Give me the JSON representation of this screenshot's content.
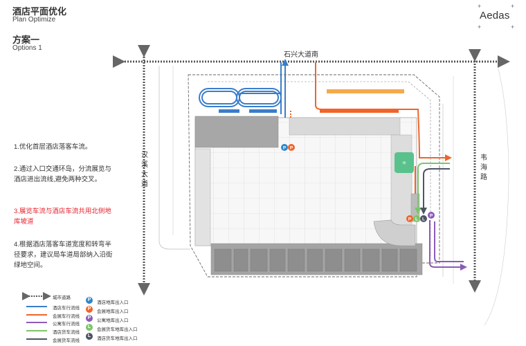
{
  "header": {
    "title_cn": "酒店平面优化",
    "title_en": "Plan Optimize",
    "option_cn": "方案一",
    "option_en": "Options 1",
    "logo": "Aedas"
  },
  "notes": [
    "1.优化首层酒店落客车流。",
    "2.通过入口交通环岛，分流展览与酒店进出流线,避免两种交叉。",
    "3.展览车流与酒店车流共用北侧地库坡道",
    "4.根据酒店落客车道宽度和转弯半径要求，建议局车道局部纳入沿街绿地空间。"
  ],
  "roads": {
    "north": "石兴大道南",
    "west": "汉溪大道",
    "east": "韦海路"
  },
  "legend": {
    "lines": [
      {
        "label": "城市道路",
        "color": "#555555"
      },
      {
        "label": "酒店车行流线",
        "color": "#3a7dc9"
      },
      {
        "label": "会展车行流线",
        "color": "#f0642a"
      },
      {
        "label": "公寓车行流线",
        "color": "#8b5bb8"
      },
      {
        "label": "酒店货车流线",
        "color": "#7dc46a"
      },
      {
        "label": "会展货车流线",
        "color": "#4c5563"
      }
    ],
    "markers": [
      {
        "letter": "P",
        "label": "酒店地库出入口",
        "color": "#2f86c9"
      },
      {
        "letter": "P",
        "label": "会展地库出入口",
        "color": "#f0642a"
      },
      {
        "letter": "P",
        "label": "公寓地库出入口",
        "color": "#8b5bb8"
      },
      {
        "letter": "L",
        "label": "会展货车地库出入口",
        "color": "#7dc46a"
      },
      {
        "letter": "L",
        "label": "酒店货车地库出入口",
        "color": "#4c5563"
      }
    ]
  },
  "colors": {
    "hotel": "#3a7dc9",
    "expo": "#f0642a",
    "apartment": "#8b5bb8",
    "hotel_truck": "#7dc46a",
    "expo_truck": "#4c5563",
    "highlight_red": "#e8212d"
  },
  "icons": [
    "dotted-road-arrow-icon",
    "parking-marker-icon",
    "loading-marker-icon"
  ]
}
